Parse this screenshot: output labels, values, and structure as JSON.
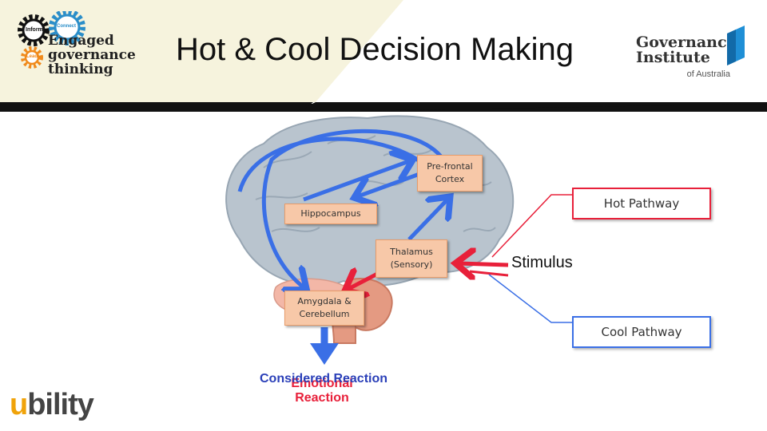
{
  "header": {
    "title": "Hot & Cool Decision Making",
    "badge_words": {
      "inform": "Inform",
      "connect": "Connect",
      "lead": "Lead"
    },
    "brand_lines": [
      "Engaged",
      "governance",
      "thinking"
    ],
    "partner_logo": {
      "line1": "Governance",
      "line2": "Institute",
      "line3": "of Australia"
    }
  },
  "diagram": {
    "nodes": {
      "prefrontal": "Pre-frontal Cortex",
      "hippocampus": "Hippocampus",
      "thalamus_line1": "Thalamus",
      "thalamus_line2": "(Sensory)",
      "amygdala": "Amygdala & Cerebellum"
    },
    "stimulus": "Stimulus",
    "hot_pathway": "Hot Pathway",
    "cool_pathway": "Cool Pathway",
    "considered_reaction": "Considered Reaction",
    "emotional_reaction": "Emotional Reaction"
  },
  "footer": {
    "logo_u": "u",
    "logo_rest": "bility"
  },
  "colors": {
    "hot": "#e8203a",
    "cool": "#3a6fe6",
    "node_fill": "#f7c8a8",
    "brain": "#b9c4ce"
  }
}
